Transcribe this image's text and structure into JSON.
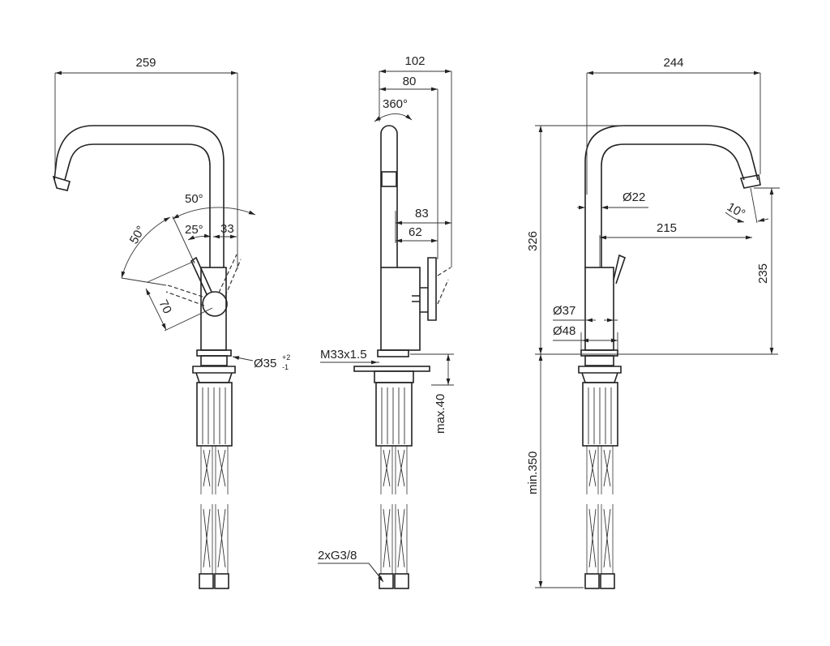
{
  "views": {
    "front": {
      "width": "259",
      "swing_total": "50°",
      "swing_left": "50°",
      "swing_small": "25°",
      "offset": "33",
      "lever": "70",
      "base_dia": "Ø35",
      "tol_plus": "+2",
      "tol_minus": "-1"
    },
    "side": {
      "width": "102",
      "width2": "80",
      "rotation": "360°",
      "reach1": "83",
      "reach2": "62",
      "thread": "M33x1.5",
      "max_thickness": "max.40",
      "connections": "2xG3/8"
    },
    "rear": {
      "width": "244",
      "height": "326",
      "spout_dia": "Ø22",
      "reach": "215",
      "spout_height": "235",
      "angle": "10°",
      "body_dia": "Ø37",
      "base_dia": "Ø48",
      "hose_len": "min.350"
    }
  }
}
